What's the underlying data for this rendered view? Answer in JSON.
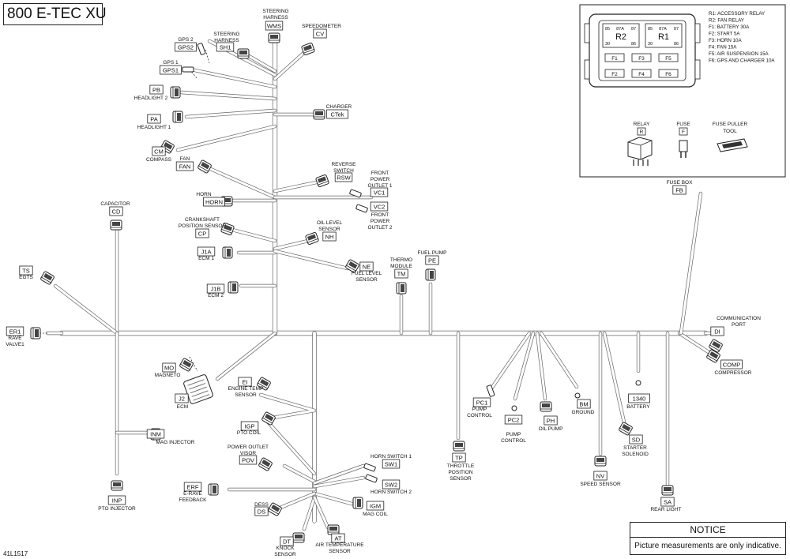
{
  "title": "800 E-TEC XU",
  "drawing_number": "41L1517",
  "notice": {
    "title": "NOTICE",
    "text": "Picture measurements are only indicative."
  },
  "fuse_box": {
    "relay_labels": [
      {
        "code": "R2",
        "pins": [
          "85",
          "87A",
          "87",
          "30",
          "86"
        ]
      },
      {
        "code": "R1",
        "pins": [
          "85",
          "87A",
          "87",
          "30",
          "86"
        ]
      }
    ],
    "fuse_labels": [
      "F1",
      "F2",
      "F3",
      "F4",
      "F5",
      "F6"
    ],
    "legend": [
      "R1: ACCESSORY RELAY",
      "R2: FAN RELAY",
      "F1: BATTERY 30A",
      "F2: START 5A",
      "F3: HORN 10A",
      "F4: FAN 15A",
      "F5: AIR SUSPENSION 15A",
      "F6: GPS AND CHARGER 10A"
    ],
    "parts": [
      {
        "name": "RELAY",
        "code": "R"
      },
      {
        "name": "FUSE",
        "code": "F"
      },
      {
        "name": "FUSE PULLER",
        "name2": "TOOL",
        "code": ""
      }
    ]
  },
  "connectors": [
    {
      "code": "WMS",
      "name": [
        "STEERING",
        "HARNESS"
      ]
    },
    {
      "code": "CV",
      "name": [
        "SPEEDOMETER"
      ]
    },
    {
      "code": "SH1",
      "name": [
        "STEERING",
        "HARNESS"
      ]
    },
    {
      "code": "GPS2",
      "name": [
        "GPS 2"
      ]
    },
    {
      "code": "GPS1",
      "name": [
        "GPS 1"
      ]
    },
    {
      "code": "PB",
      "name": [
        "HEADLIGHT 2"
      ]
    },
    {
      "code": "PA",
      "name": [
        "HEADLIGHT 1"
      ]
    },
    {
      "code": "CTek",
      "name": [
        "CHARGER"
      ]
    },
    {
      "code": "CM",
      "name": [
        "COMPASS"
      ]
    },
    {
      "code": "FAN",
      "name": [
        "FAN"
      ]
    },
    {
      "code": "RSW",
      "name": [
        "REVERSE",
        "SWITCH"
      ]
    },
    {
      "code": "VC1",
      "name": [
        "FRONT",
        "POWER",
        "OUTLET 1"
      ]
    },
    {
      "code": "VC2",
      "name": [
        "FRONT",
        "POWER",
        "OUTLET 2"
      ]
    },
    {
      "code": "HORN",
      "name": [
        "HORN"
      ]
    },
    {
      "code": "CD",
      "name": [
        "CAPACITOR"
      ]
    },
    {
      "code": "CP",
      "name": [
        "CRANKSHAFT",
        "POSITION SENSOR"
      ]
    },
    {
      "code": "NH",
      "name": [
        "OIL LEVEL",
        "SENSOR"
      ]
    },
    {
      "code": "J1A",
      "name": [
        "ECM 1"
      ]
    },
    {
      "code": "NE",
      "name": [
        "FUEL LEVEL",
        "SENSOR"
      ]
    },
    {
      "code": "TM",
      "name": [
        "THERMO",
        "MODULE"
      ]
    },
    {
      "code": "PE",
      "name": [
        "FUEL PUMP"
      ]
    },
    {
      "code": "J1B",
      "name": [
        "ECM 2"
      ]
    },
    {
      "code": "TS",
      "name": [
        "EGTS"
      ]
    },
    {
      "code": "ER1",
      "name": [
        "RAVE",
        "VALVE1"
      ]
    },
    {
      "code": "FB",
      "name": [
        "FUSE BOX"
      ]
    },
    {
      "code": "DI",
      "name": [
        "COMMUNICATION",
        "PORT"
      ]
    },
    {
      "code": "COMP",
      "name": [
        "COMPRESSOR"
      ]
    },
    {
      "code": "MO",
      "name": [
        "MAGNETO"
      ]
    },
    {
      "code": "EI",
      "name": [
        "ENGINE TEMP",
        "SENSOR"
      ]
    },
    {
      "code": "J2",
      "name": [
        "ECM"
      ]
    },
    {
      "code": "IGP",
      "name": [
        "PTO COIL"
      ]
    },
    {
      "code": "INM",
      "name": [
        "MAG INJECTOR"
      ]
    },
    {
      "code": "INP",
      "name": [
        "PTO INJECTOR"
      ]
    },
    {
      "code": "PC1",
      "name": [
        "PUMP",
        "CONTROL"
      ]
    },
    {
      "code": "PC2",
      "name": [
        "PUMP",
        "CONTROL"
      ]
    },
    {
      "code": "PH",
      "name": [
        "OIL PUMP"
      ]
    },
    {
      "code": "BM",
      "name": [
        "GROUND"
      ]
    },
    {
      "code": "1340",
      "name": [
        "BATTERY"
      ]
    },
    {
      "code": "TP",
      "name": [
        "THROTTLE",
        "POSITION",
        "SENSOR"
      ]
    },
    {
      "code": "SD",
      "name": [
        "STARTER",
        "SOLENOID"
      ]
    },
    {
      "code": "NV",
      "name": [
        "SPEED SENSOR"
      ]
    },
    {
      "code": "SA",
      "name": [
        "REAR LIGHT"
      ]
    },
    {
      "code": "POV",
      "name": [
        "POWER OUTLET",
        "VISOR"
      ]
    },
    {
      "code": "SW1",
      "name": [
        "HORN SWITCH 1"
      ]
    },
    {
      "code": "SW2",
      "name": [
        "HORN SWITCH 2"
      ]
    },
    {
      "code": "ERF",
      "name": [
        "E-RAVE",
        "FEEDBACK"
      ]
    },
    {
      "code": "IGM",
      "name": [
        "MAG COIL"
      ]
    },
    {
      "code": "DS",
      "name": [
        "DESS"
      ]
    },
    {
      "code": "DT",
      "name": [
        "KNOCK",
        "SENSOR"
      ]
    },
    {
      "code": "AT",
      "name": [
        "AIR TEMPERATURE",
        "SENSOR"
      ]
    }
  ]
}
